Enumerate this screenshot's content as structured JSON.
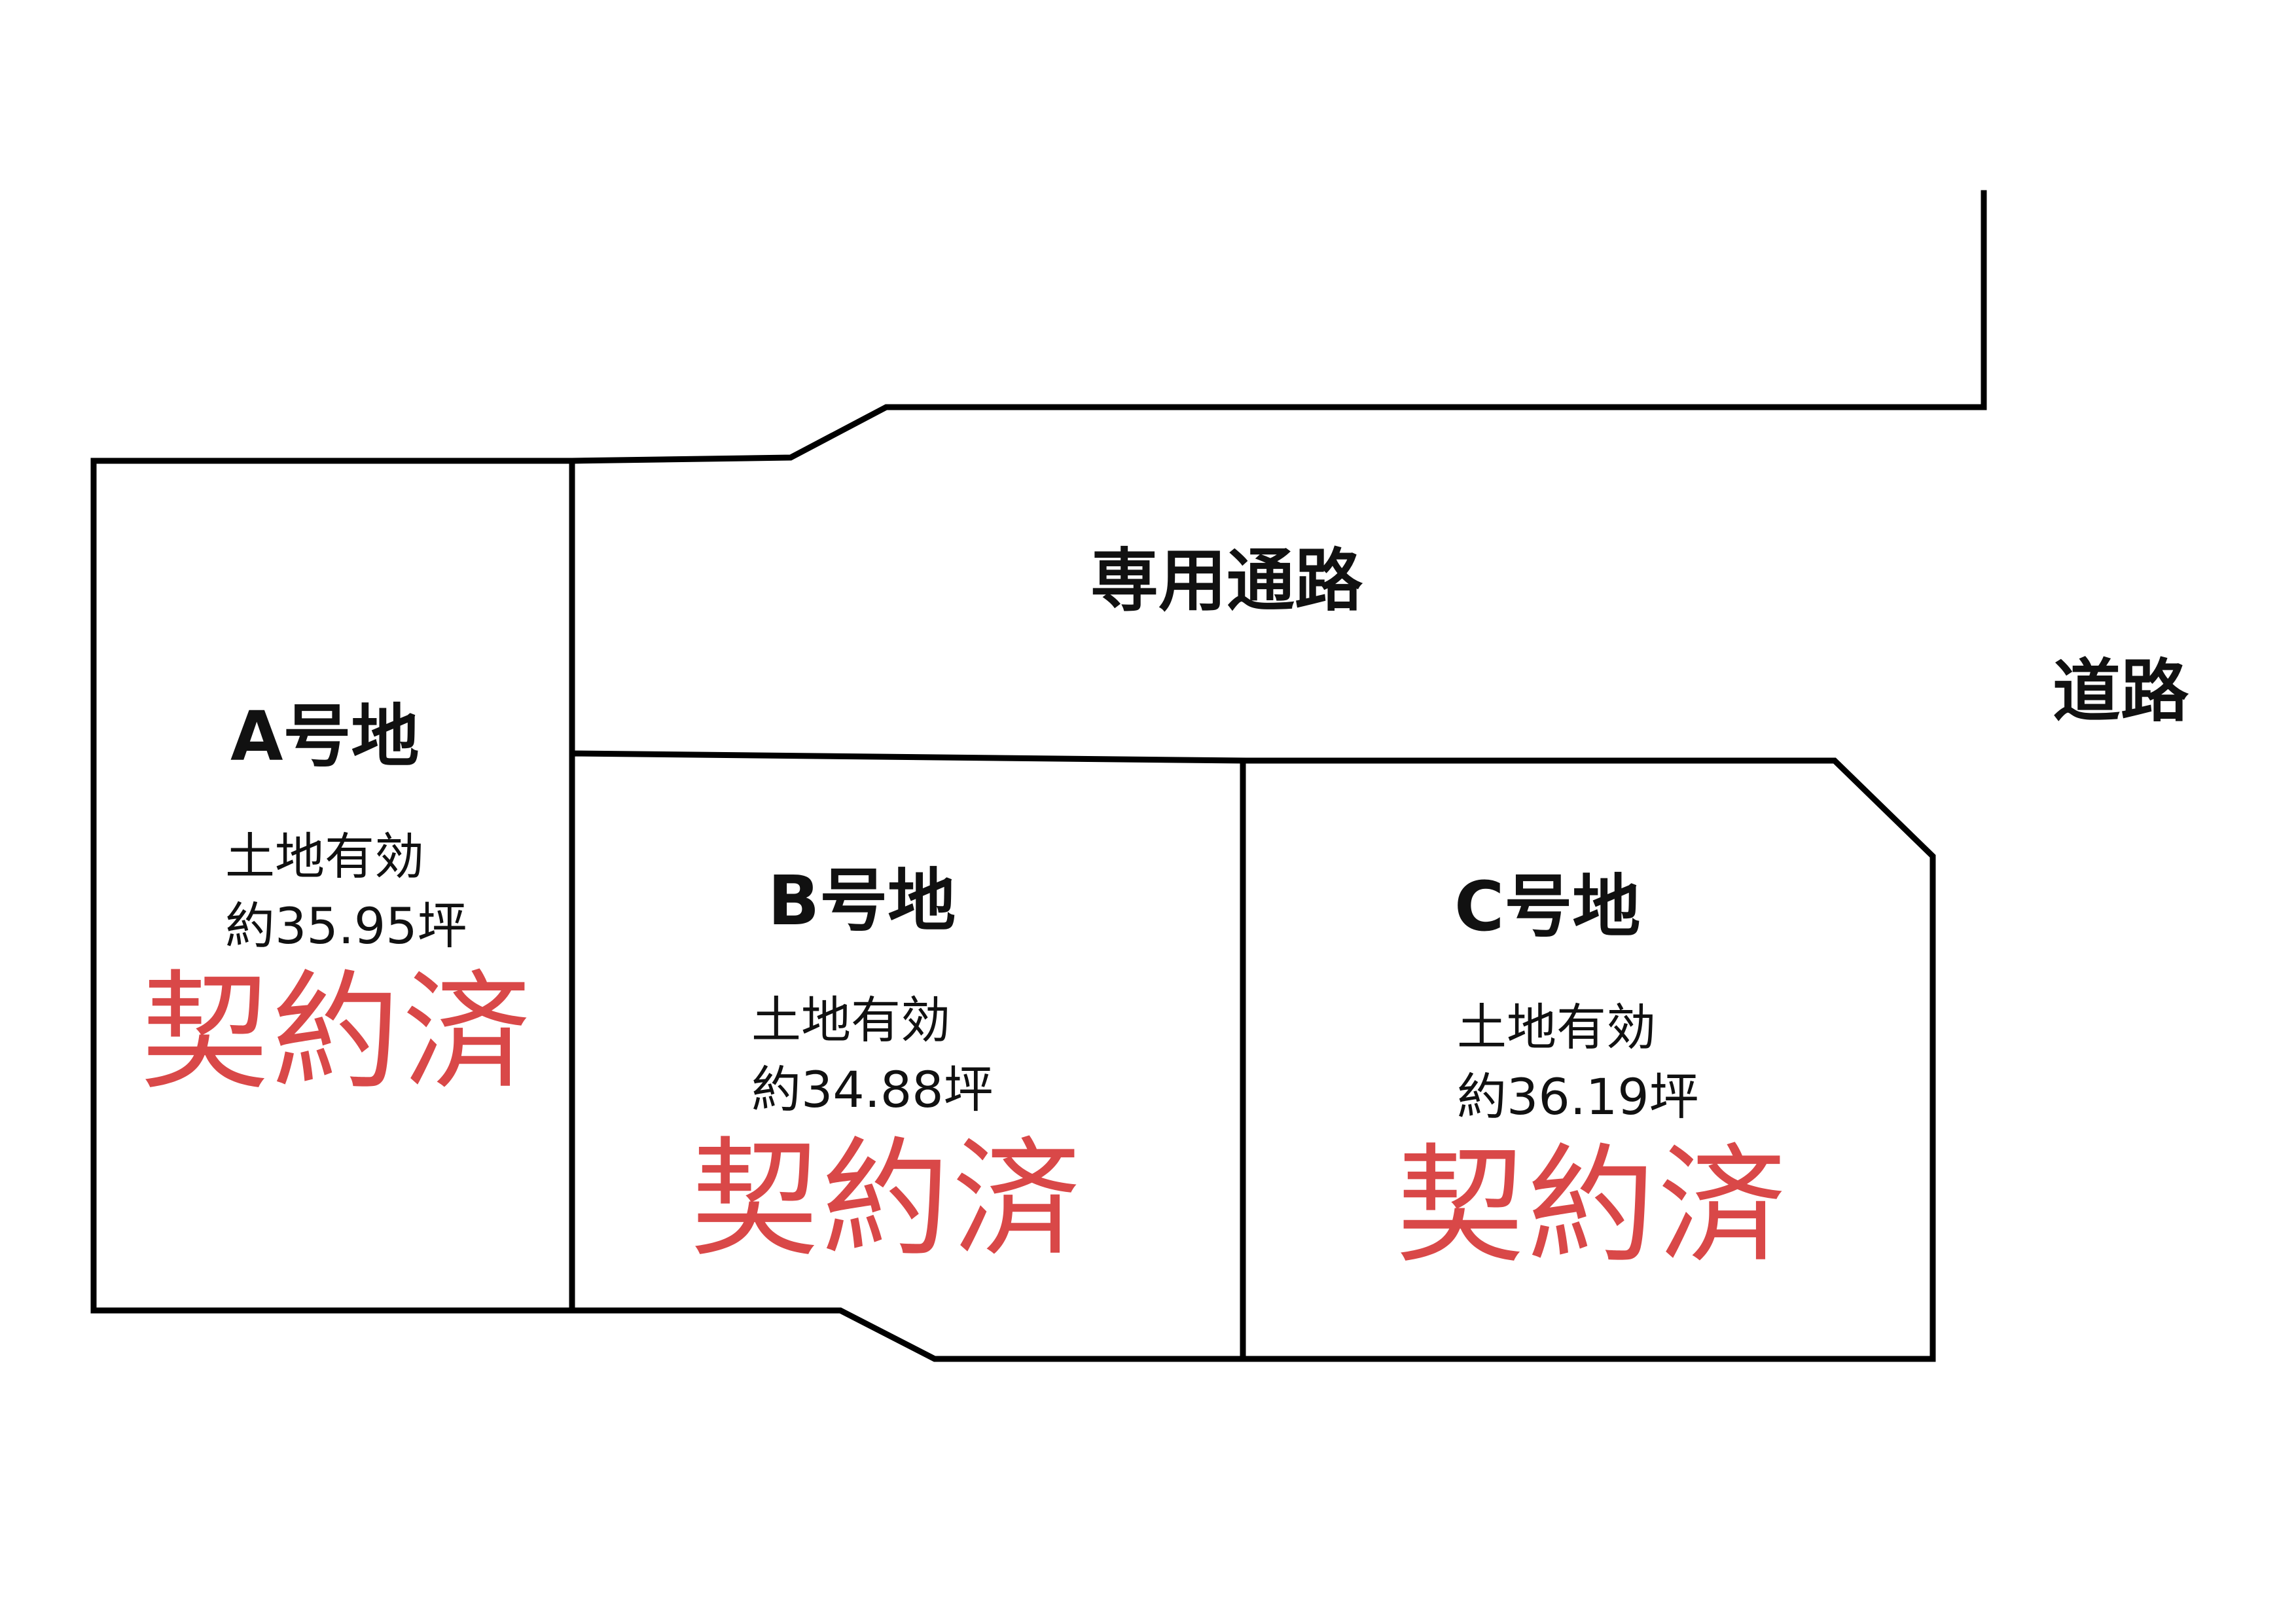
{
  "colors": {
    "boundary_line": "#000000",
    "text": "#111111",
    "status": "#d94848"
  },
  "roads": {
    "private_road": "専用通路",
    "public_road": "道路"
  },
  "lots": [
    {
      "name": "A号地",
      "area_label": "土地有効",
      "area_value": "約35.95坪",
      "status": "契約済"
    },
    {
      "name": "B号地",
      "area_label": "土地有効",
      "area_value": "約34.88坪",
      "status": "契約済"
    },
    {
      "name": "C号地",
      "area_label": "土地有効",
      "area_value": "約36.19坪",
      "status": "契約済"
    }
  ]
}
